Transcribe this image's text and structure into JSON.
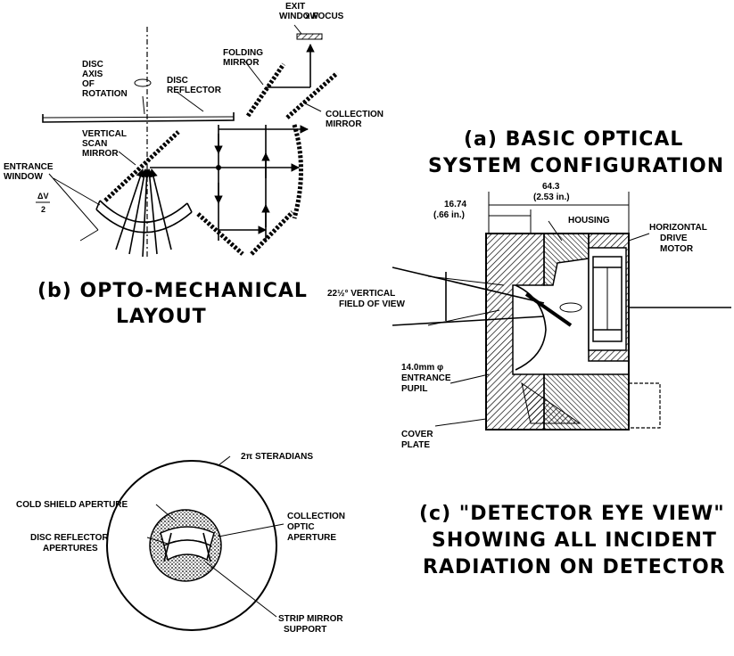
{
  "captions": {
    "a_line1": "(a) BASIC OPTICAL",
    "a_line2": "SYSTEM CONFIGURATION",
    "b_line1": "(b) OPTO-MECHANICAL",
    "b_line2": "LAYOUT",
    "c_line1": "(c) \"DETECTOR EYE VIEW\"",
    "c_line2": "SHOWING ALL INCIDENT",
    "c_line3": "RADIATION ON DETECTOR"
  },
  "layout_b": {
    "exit_window_1": "EXIT",
    "exit_window_2": "WINDOW",
    "focus": "x FOCUS",
    "disc_axis_1": "DISC",
    "disc_axis_2": "AXIS",
    "disc_axis_3": "OF",
    "disc_axis_4": "ROTATION",
    "disc_reflector_1": "DISC",
    "disc_reflector_2": "REFLECTOR",
    "folding_mirror_1": "FOLDING",
    "folding_mirror_2": "MIRROR",
    "collection_mirror_1": "COLLECTION",
    "collection_mirror_2": "MIRROR",
    "vertical_scan_1": "VERTICAL",
    "vertical_scan_2": "SCAN",
    "vertical_scan_3": "MIRROR",
    "entrance_window_1": "ENTRANCE",
    "entrance_window_2": "WINDOW",
    "delta_v": "ΔV",
    "delta_v_den": "2"
  },
  "section_a": {
    "dim_top": "64.3",
    "dim_top_in": "(2.53 in.)",
    "dim_left": "16.74",
    "dim_left_in": "(.66 in.)",
    "housing": "HOUSING",
    "motor_1": "HORIZONTAL",
    "motor_2": "DRIVE",
    "motor_3": "MOTOR",
    "fov_1": "22½° VERTICAL",
    "fov_2": "FIELD OF VIEW",
    "pupil_1": "14.0mm φ",
    "pupil_2": "ENTRANCE",
    "pupil_3": "PUPIL",
    "cover_1": "COVER",
    "cover_2": "PLATE"
  },
  "view_c": {
    "steradians": "2π STERADIANS",
    "cold_shield": "COLD SHIELD APERTURE",
    "disc_ap_1": "DISC REFLECTOR",
    "disc_ap_2": "APERTURES",
    "coll_1": "COLLECTION",
    "coll_2": "OPTIC",
    "coll_3": "APERTURE",
    "strip_1": "STRIP MIRROR",
    "strip_2": "SUPPORT"
  }
}
